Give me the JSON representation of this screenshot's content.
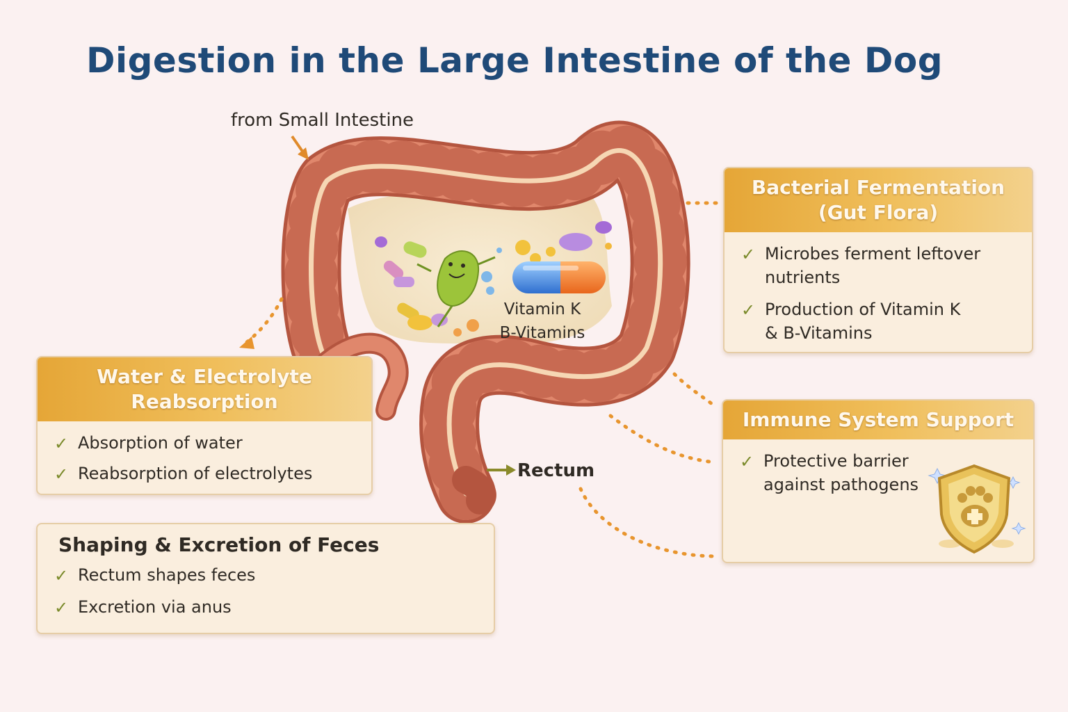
{
  "title": "Digestion in the Large Intestine of the Dog",
  "labels": {
    "from_small_intestine": "from Small Intestine",
    "rectum": "Rectum",
    "vitamin_k": "Vitamin K",
    "b_vitamins": "B-Vitamins"
  },
  "cards": {
    "water": {
      "title_line1": "Water & Electrolyte",
      "title_line2": "Reabsorption",
      "items": [
        "Absorption of water",
        "Reabsorption of electrolytes"
      ]
    },
    "feces": {
      "title": "Shaping & Excretion of Feces",
      "items": [
        "Rectum shapes feces",
        "Excretion via anus"
      ]
    },
    "ferment": {
      "title_line1": "Bacterial Fermentation",
      "title_line2": "(Gut Flora)",
      "items": [
        {
          "line1": "Microbes ferment leftover",
          "line2": "nutrients"
        },
        {
          "line1": "Production of Vitamin K",
          "line2": "& B-Vitamins"
        }
      ]
    },
    "immune": {
      "title": "Immune System Support",
      "items": [
        {
          "line1": "Protective barrier",
          "line2": "against pathogens"
        }
      ]
    }
  },
  "colors": {
    "title": "#1f4a78",
    "card_header": "#e5a637",
    "intestine": "#e0876c",
    "check": "#7a8a2a",
    "connector": "#e8952e"
  },
  "icons": {
    "check": "checkmark-icon",
    "shield": "paw-shield-icon",
    "bacterium": "bacterium-icon",
    "capsule": "vitamin-capsule-icon"
  }
}
